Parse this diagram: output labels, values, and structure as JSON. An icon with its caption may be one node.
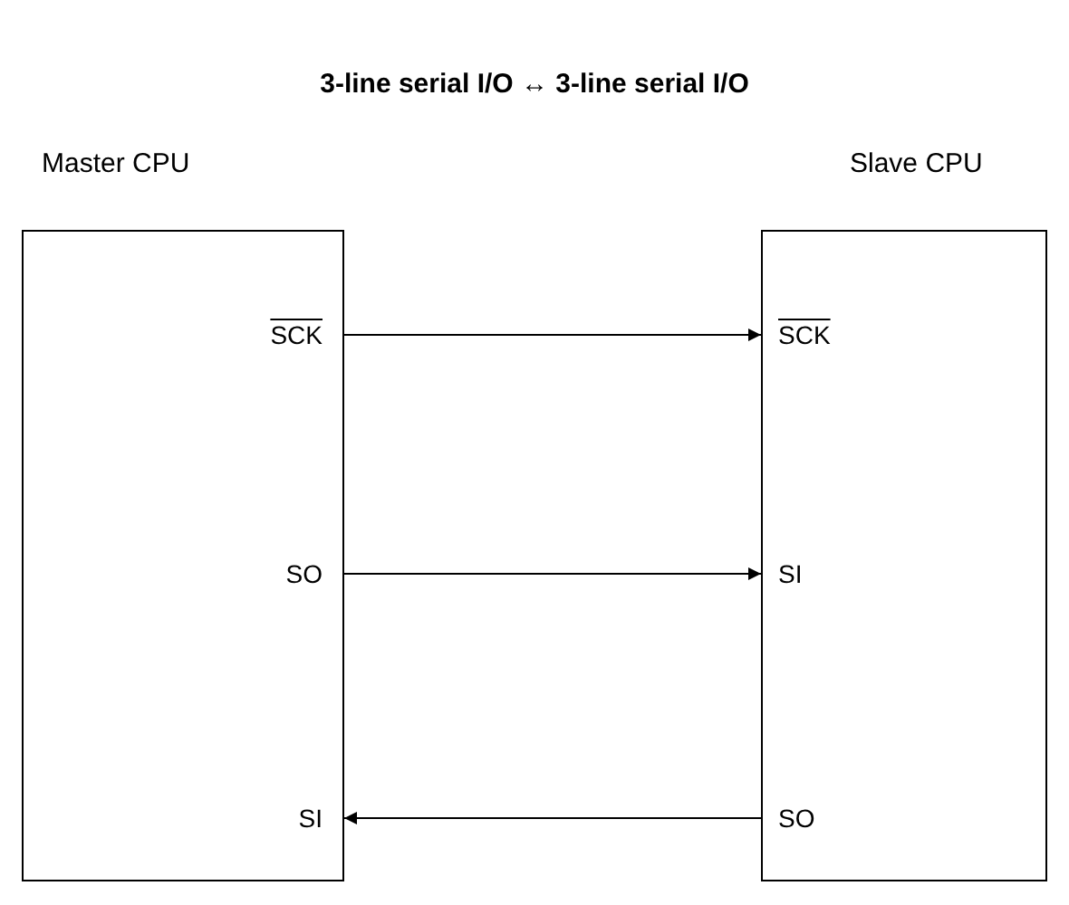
{
  "diagram": {
    "title": "3-line serial I/O ↔ 3-line serial I/O",
    "nodes": [
      {
        "text": [
          "Master CPU"
        ]
      },
      {
        "text": [
          "Slave CPU"
        ]
      },
      {
        "text": [
          "SCK"
        ],
        "in": 0
      },
      {
        "text": [
          "SO"
        ],
        "in": 0
      },
      {
        "text": [
          "SI"
        ],
        "in": 0
      },
      {
        "text": [
          "SCK"
        ],
        "in": 1
      },
      {
        "text": [
          "SI"
        ],
        "in": 1
      },
      {
        "text": [
          "SO"
        ],
        "in": 1
      }
    ],
    "edges": [
      {
        "from": 2,
        "to": 5,
        "arrow": "to"
      },
      {
        "from": 3,
        "to": 6,
        "arrow": "to"
      },
      {
        "from": 7,
        "to": 4,
        "arrow": "to"
      }
    ]
  }
}
